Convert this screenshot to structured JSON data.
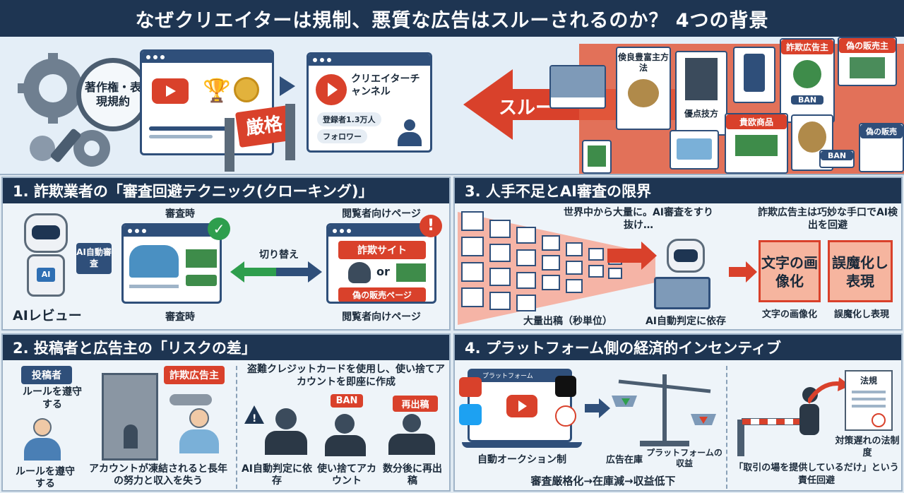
{
  "title": "なぜクリエイターは規制、悪質な広告はスルーされるのか？ 4つの背景",
  "hero": {
    "gear_label": "著作権・表現規約",
    "strict_sign": "厳格",
    "channel_title": "クリエイターチャンネル",
    "subscribers": "登録者1.3万人",
    "follow": "フォロワー",
    "through_label": "スルー",
    "ads": [
      {
        "text": "倹良豊富主方法"
      },
      {
        "text": "優点技方"
      },
      {
        "text": "詐欺広告主"
      },
      {
        "text": "偽の販売主"
      },
      {
        "text": "BAN"
      },
      {
        "text": "貴欧商品"
      },
      {
        "text": "偽の販売"
      },
      {
        "text": "BAN"
      }
    ]
  },
  "section1": {
    "heading": "1. 詐欺業者の「審査回避テクニック(クローキング)」",
    "ai_badge": "AI自動審査",
    "ai_chest": "AI",
    "ai_review": "AIレビュー",
    "review_top": "審査時",
    "review_bottom": "審査時",
    "switch": "切り替え",
    "viewer_top": "閲覧者向けページ",
    "viewer_bottom": "閲覧者向けページ",
    "scam_site": "詐欺サイト",
    "or": "or",
    "fake_page": "偽の販売ページ"
  },
  "section2": {
    "heading": "2. 投稿者と広告主の「リスクの差」",
    "poster_tag": "投稿者",
    "rule_follow": "ルールを遵守する",
    "rule_follow_bottom": "ルールを遵守する",
    "scam_tag": "詐欺広告主",
    "freeze": "アカウントが凍結されると長年の努力と収入を失う",
    "stolen_card": "盗難クレジットカードを使用し、使い捨てアカウントを即座に作成",
    "ban": "BAN",
    "repost": "再出稿",
    "ai_depend": "AI自動判定に依存",
    "disposable": "使い捨てアカウント",
    "minutes_later": "数分後に再出稿"
  },
  "section3": {
    "heading": "3. 人手不足とAI審査の限界",
    "worldwide": "世界中から大量に。AI審査をすり抜け…",
    "mass_post": "大量出稿（秒単位）",
    "ai_rely": "AI自動判定に依存",
    "clever": "詐欺広告主は巧妙な手口でAI検出を回避",
    "text_image_card": "文字の画像化",
    "text_image_caption": "文字の画像化",
    "misspell_card": "誤魔化し表現",
    "misspell_caption": "誤魔化し表現"
  },
  "section4": {
    "heading": "4. プラットフォーム側の経済的インセンティブ",
    "platform_label": "プラットフォーム",
    "auction": "自動オークション制",
    "inventory": "広告在庫",
    "revenue": "プラットフォームの収益",
    "flow": "審査厳格化→在庫減→収益低下",
    "law": "法規",
    "law_lag": "対策遅れの法制度",
    "evasion": "「取引の場を提供しているだけ」という責任回避"
  },
  "colors": {
    "navy": "#1e3552",
    "red": "#d9412b",
    "green": "#2e9e4d"
  }
}
